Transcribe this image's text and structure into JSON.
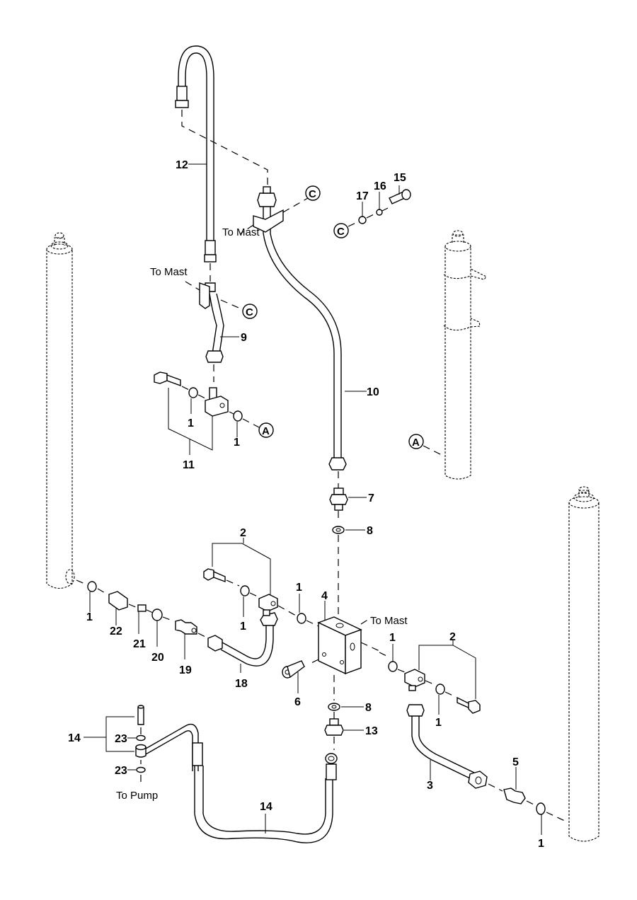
{
  "diagram": {
    "type": "exploded-parts-view",
    "subject": "Mast hydraulic lift cylinder piping"
  },
  "labels": {
    "to_mast": "To Mast",
    "to_pump": "To Pump"
  },
  "callouts": {
    "A": "A",
    "C": "C"
  },
  "parts": {
    "p1": "1",
    "p2": "2",
    "p3": "3",
    "p4": "4",
    "p5": "5",
    "p6": "6",
    "p7": "7",
    "p8": "8",
    "p9": "9",
    "p10": "10",
    "p11": "11",
    "p12": "12",
    "p13": "13",
    "p14": "14",
    "p15": "15",
    "p16": "16",
    "p17": "17",
    "p18": "18",
    "p19": "19",
    "p20": "20",
    "p21": "21",
    "p22": "22",
    "p23": "23"
  }
}
